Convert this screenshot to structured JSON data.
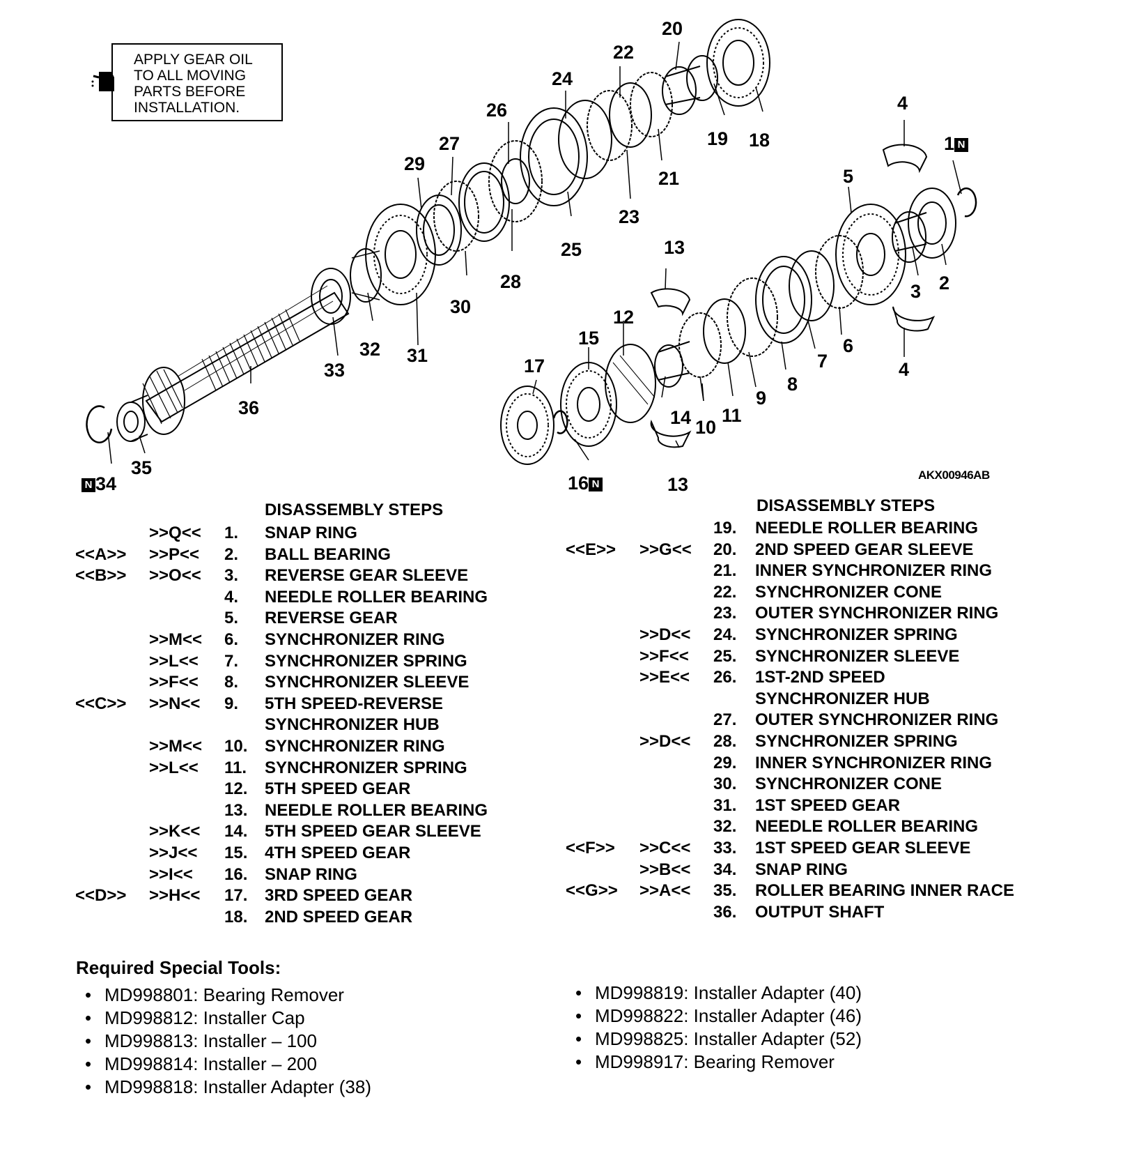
{
  "diagram": {
    "note_lines": [
      "APPLY GEAR OIL",
      "TO ALL MOVING",
      "PARTS BEFORE",
      "INSTALLATION."
    ],
    "figure_code": "AKX00946AB",
    "new_part_badge": "N",
    "callouts": {
      "c1": "1",
      "c2": "2",
      "c3": "3",
      "c4a": "4",
      "c4b": "4",
      "c5": "5",
      "c6": "6",
      "c7": "7",
      "c8": "8",
      "c9": "9",
      "c10": "10",
      "c11": "11",
      "c12": "12",
      "c13a": "13",
      "c13b": "13",
      "c14": "14",
      "c15": "15",
      "c16": "16",
      "c17": "17",
      "c18": "18",
      "c19": "19",
      "c20": "20",
      "c21": "21",
      "c22": "22",
      "c23": "23",
      "c24": "24",
      "c25": "25",
      "c26": "26",
      "c27": "27",
      "c28": "28",
      "c29": "29",
      "c30": "30",
      "c31": "31",
      "c32": "32",
      "c33": "33",
      "c34": "34",
      "c35": "35",
      "c36": "36"
    }
  },
  "steps_left": {
    "heading": "DISASSEMBLY STEPS",
    "rows": [
      {
        "a": "",
        "b": ">>Q<<",
        "n": "1.",
        "t": "SNAP RING"
      },
      {
        "a": "<<A>>",
        "b": ">>P<<",
        "n": "2.",
        "t": "BALL BEARING"
      },
      {
        "a": "<<B>>",
        "b": ">>O<<",
        "n": "3.",
        "t": "REVERSE GEAR SLEEVE"
      },
      {
        "a": "",
        "b": "",
        "n": "4.",
        "t": "NEEDLE ROLLER BEARING"
      },
      {
        "a": "",
        "b": "",
        "n": "5.",
        "t": "REVERSE GEAR"
      },
      {
        "a": "",
        "b": ">>M<<",
        "n": "6.",
        "t": "SYNCHRONIZER RING"
      },
      {
        "a": "",
        "b": ">>L<<",
        "n": "7.",
        "t": "SYNCHRONIZER SPRING"
      },
      {
        "a": "",
        "b": ">>F<<",
        "n": "8.",
        "t": "SYNCHRONIZER SLEEVE"
      },
      {
        "a": "<<C>>",
        "b": ">>N<<",
        "n": "9.",
        "t": "5TH SPEED-REVERSE"
      },
      {
        "a": "",
        "b": "",
        "n": "",
        "t": "SYNCHRONIZER HUB"
      },
      {
        "a": "",
        "b": ">>M<<",
        "n": "10.",
        "t": "SYNCHRONIZER RING"
      },
      {
        "a": "",
        "b": ">>L<<",
        "n": "11.",
        "t": "SYNCHRONIZER SPRING"
      },
      {
        "a": "",
        "b": "",
        "n": "12.",
        "t": "5TH SPEED GEAR"
      },
      {
        "a": "",
        "b": "",
        "n": "13.",
        "t": "NEEDLE ROLLER BEARING"
      },
      {
        "a": "",
        "b": ">>K<<",
        "n": "14.",
        "t": "5TH SPEED GEAR SLEEVE"
      },
      {
        "a": "",
        "b": ">>J<<",
        "n": "15.",
        "t": "4TH SPEED GEAR"
      },
      {
        "a": "",
        "b": ">>I<<",
        "n": "16.",
        "t": "SNAP RING"
      },
      {
        "a": "<<D>>",
        "b": ">>H<<",
        "n": "17.",
        "t": "3RD SPEED GEAR"
      },
      {
        "a": "",
        "b": "",
        "n": "18.",
        "t": "2ND SPEED GEAR"
      }
    ]
  },
  "steps_right": {
    "heading": "DISASSEMBLY STEPS",
    "rows": [
      {
        "a": "",
        "b": "",
        "n": "19.",
        "t": "NEEDLE ROLLER BEARING"
      },
      {
        "a": "<<E>>",
        "b": ">>G<<",
        "n": "20.",
        "t": "2ND SPEED GEAR SLEEVE"
      },
      {
        "a": "",
        "b": "",
        "n": "21.",
        "t": "INNER SYNCHRONIZER RING"
      },
      {
        "a": "",
        "b": "",
        "n": "22.",
        "t": "SYNCHRONIZER CONE"
      },
      {
        "a": "",
        "b": "",
        "n": "23.",
        "t": "OUTER SYNCHRONIZER RING"
      },
      {
        "a": "",
        "b": ">>D<<",
        "n": "24.",
        "t": "SYNCHRONIZER SPRING"
      },
      {
        "a": "",
        "b": ">>F<<",
        "n": "25.",
        "t": "SYNCHRONIZER SLEEVE"
      },
      {
        "a": "",
        "b": ">>E<<",
        "n": "26.",
        "t": "1ST-2ND SPEED"
      },
      {
        "a": "",
        "b": "",
        "n": "",
        "t": "SYNCHRONIZER HUB"
      },
      {
        "a": "",
        "b": "",
        "n": "27.",
        "t": "OUTER SYNCHRONIZER RING"
      },
      {
        "a": "",
        "b": ">>D<<",
        "n": "28.",
        "t": "SYNCHRONIZER SPRING"
      },
      {
        "a": "",
        "b": "",
        "n": "29.",
        "t": "INNER SYNCHRONIZER RING"
      },
      {
        "a": "",
        "b": "",
        "n": "30.",
        "t": "SYNCHRONIZER CONE"
      },
      {
        "a": "",
        "b": "",
        "n": "31.",
        "t": "1ST SPEED GEAR"
      },
      {
        "a": "",
        "b": "",
        "n": "32.",
        "t": "NEEDLE ROLLER BEARING"
      },
      {
        "a": "<<F>>",
        "b": ">>C<<",
        "n": "33.",
        "t": "1ST SPEED GEAR SLEEVE"
      },
      {
        "a": "",
        "b": ">>B<<",
        "n": "34.",
        "t": "SNAP RING"
      },
      {
        "a": "<<G>>",
        "b": ">>A<<",
        "n": "35.",
        "t": "ROLLER BEARING INNER RACE"
      },
      {
        "a": "",
        "b": "",
        "n": "36.",
        "t": "OUTPUT SHAFT"
      }
    ]
  },
  "tools": {
    "title": "Required Special Tools:",
    "left": [
      "MD998801: Bearing Remover",
      "MD998812: Installer Cap",
      "MD998813: Installer – 100",
      "MD998814: Installer – 200",
      "MD998818: Installer Adapter (38)"
    ],
    "right": [
      "MD998819: Installer Adapter (40)",
      "MD998822: Installer Adapter (46)",
      "MD998825: Installer Adapter (52)",
      "MD998917: Bearing Remover"
    ]
  }
}
